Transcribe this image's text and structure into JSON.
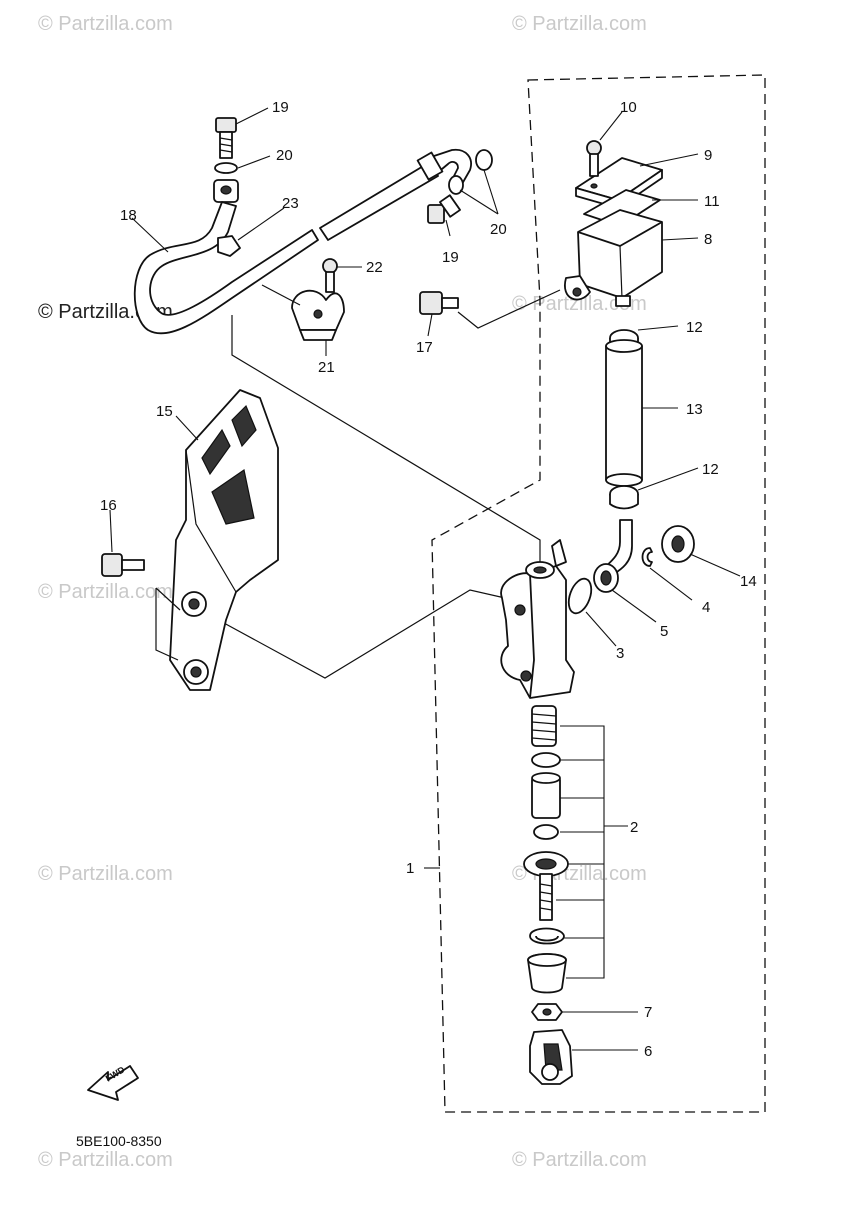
{
  "watermarks": {
    "top_left": "© Partzilla.com",
    "top_right": "© Partzilla.com",
    "mid_left": "© Partzilla.com",
    "mid_right": "© Partzilla.com",
    "lower_left": "© Partzilla.com",
    "lower_mid_left": "© Partzilla.com",
    "lower_mid_right": "© Partzilla.com",
    "bottom_left": "© Partzilla.com",
    "bottom_right": "© Partzilla.com"
  },
  "diagram_code": "5BE100-8350",
  "fwd_label": "FWD",
  "callouts": {
    "c1": "1",
    "c2": "2",
    "c3": "3",
    "c4": "4",
    "c5": "5",
    "c6": "6",
    "c7": "7",
    "c8": "8",
    "c9": "9",
    "c10": "10",
    "c11": "11",
    "c12a": "12",
    "c12b": "12",
    "c13": "13",
    "c14": "14",
    "c15": "15",
    "c16": "16",
    "c17": "17",
    "c18": "18",
    "c19a": "19",
    "c19b": "19",
    "c20a": "20",
    "c20b": "20",
    "c21": "21",
    "c22": "22",
    "c23": "23"
  }
}
